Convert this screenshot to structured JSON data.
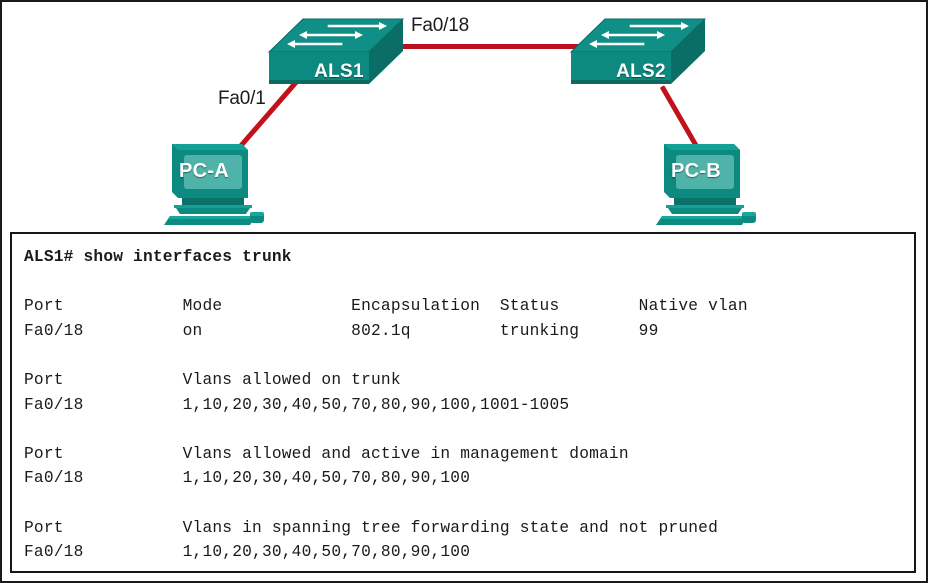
{
  "topology": {
    "devices": [
      {
        "id": "als1",
        "type": "switch",
        "label": "ALS1"
      },
      {
        "id": "als2",
        "type": "switch",
        "label": "ALS2"
      },
      {
        "id": "pca",
        "type": "pc",
        "label": "PC-A"
      },
      {
        "id": "pcb",
        "type": "pc",
        "label": "PC-B"
      }
    ],
    "links": [
      {
        "id": "trunk",
        "from": "als1",
        "to": "als2",
        "label": "Fa0/18",
        "color": "#bb1020"
      },
      {
        "id": "access-a",
        "from": "pca",
        "to": "als1",
        "label": "Fa0/1",
        "color": "#c1121c"
      },
      {
        "id": "access-b",
        "from": "pcb",
        "to": "als2",
        "label": "",
        "color": "#c1121c"
      }
    ],
    "labels": {
      "trunk_port": "Fa0/18",
      "access_port": "Fa0/1"
    },
    "colors": {
      "device_teal": "#0d8a80",
      "device_teal_dark": "#0a6b63",
      "device_teal_light": "#3aa79d",
      "screen_teal": "#4fb3aa",
      "link_red": "#c1121c"
    }
  },
  "terminal": {
    "prompt": "ALS1#",
    "command": " show interfaces trunk",
    "command_line": "ALS1# show interfaces trunk",
    "blocks": [
      {
        "id": "trunk-summary",
        "headers": [
          "Port",
          "Mode",
          "Encapsulation",
          "Status",
          "Native vlan"
        ],
        "header_line": "Port            Mode             Encapsulation  Status        Native vlan",
        "row_line": "Fa0/18          on               802.1q         trunking      99",
        "row": {
          "port": "Fa0/18",
          "mode": "on",
          "encapsulation": "802.1q",
          "status": "trunking",
          "native_vlan": "99"
        }
      },
      {
        "id": "vlans-allowed",
        "header_line": "Port            Vlans allowed on trunk",
        "row_line": "Fa0/18          1,10,20,30,40,50,70,80,90,100,1001-1005",
        "header_left": "Port",
        "header_right": "Vlans allowed on trunk",
        "port": "Fa0/18",
        "vlans": "1,10,20,30,40,50,70,80,90,100,1001-1005"
      },
      {
        "id": "vlans-active",
        "header_line": "Port            Vlans allowed and active in management domain",
        "row_line": "Fa0/18          1,10,20,30,40,50,70,80,90,100",
        "header_left": "Port",
        "header_right": "Vlans allowed and active in management domain",
        "port": "Fa0/18",
        "vlans": "1,10,20,30,40,50,70,80,90,100"
      },
      {
        "id": "vlans-forwarding",
        "header_line": "Port            Vlans in spanning tree forwarding state and not pruned",
        "row_line": "Fa0/18          1,10,20,30,40,50,70,80,90,100",
        "header_left": "Port",
        "header_right": "Vlans in spanning tree forwarding state and not pruned",
        "port": "Fa0/18",
        "vlans": "1,10,20,30,40,50,70,80,90,100"
      }
    ]
  }
}
